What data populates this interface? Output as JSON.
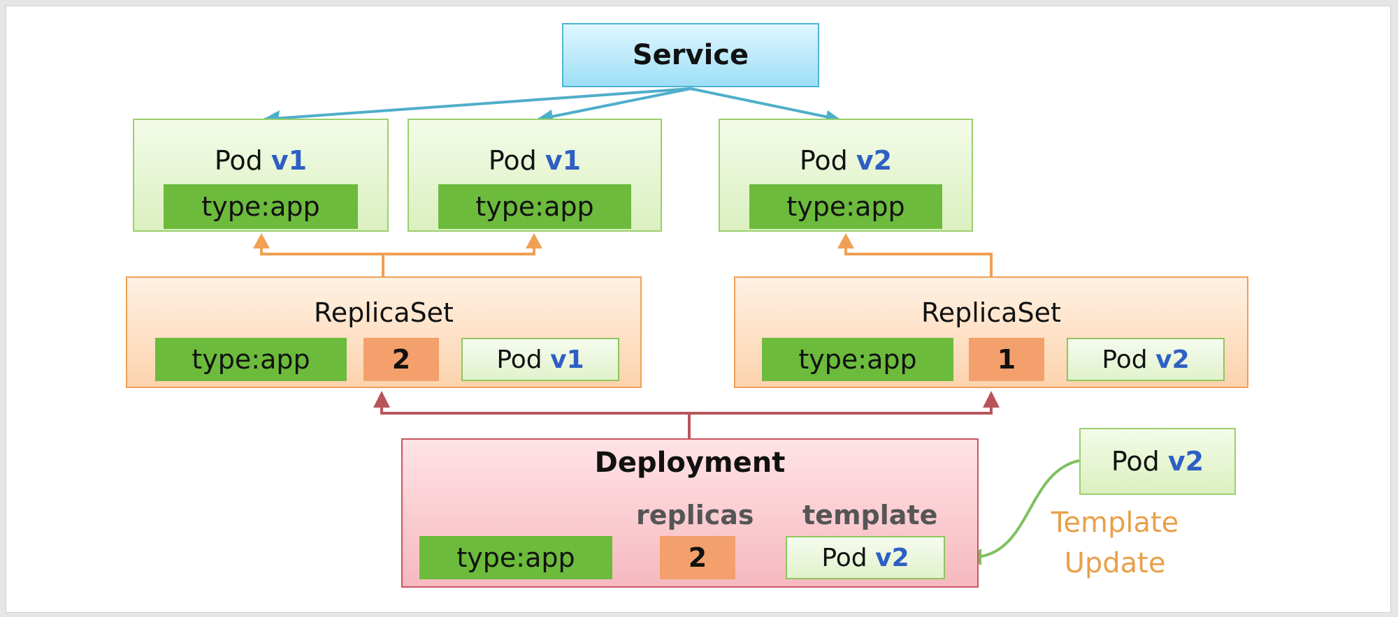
{
  "service": {
    "label": "Service"
  },
  "pods": [
    {
      "name": "Pod",
      "version": "v1",
      "label": "type:app"
    },
    {
      "name": "Pod",
      "version": "v1",
      "label": "type:app"
    },
    {
      "name": "Pod",
      "version": "v2",
      "label": "type:app"
    }
  ],
  "replicasets": [
    {
      "title": "ReplicaSet",
      "label": "type:app",
      "replicas": "2",
      "template_name": "Pod",
      "template_version": "v1"
    },
    {
      "title": "ReplicaSet",
      "label": "type:app",
      "replicas": "1",
      "template_name": "Pod",
      "template_version": "v2"
    }
  ],
  "deployment": {
    "title": "Deployment",
    "replicas_heading": "replicas",
    "template_heading": "template",
    "label": "type:app",
    "replicas": "2",
    "template_name": "Pod",
    "template_version": "v2"
  },
  "new_template": {
    "name": "Pod",
    "version": "v2"
  },
  "annotation": {
    "line1": "Template",
    "line2": "Update"
  },
  "colors": {
    "service_arrow": "#4faec9",
    "replicaset_arrow": "#f0a055",
    "deployment_arrow": "#b8555c",
    "update_arrow": "#7fc060",
    "version_text": "#2e5fc4"
  }
}
